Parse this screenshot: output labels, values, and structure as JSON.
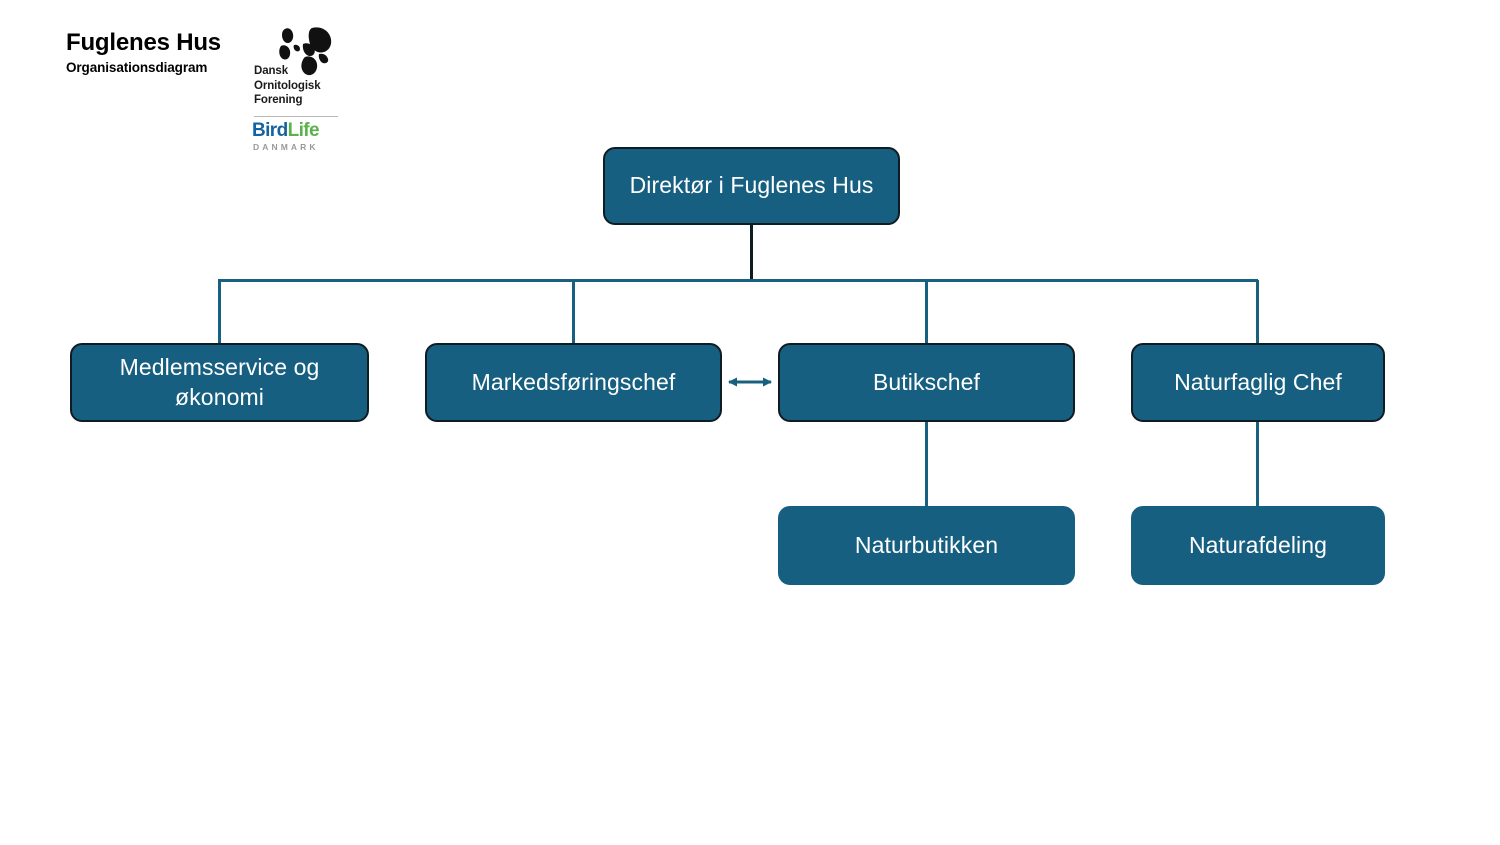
{
  "header": {
    "title": "Fuglenes Hus",
    "subtitle": "Organisationsdiagram",
    "logo": {
      "bird_icon": "dof-bird-silhouette-icon",
      "org_line1": "Dansk",
      "org_line2": "Ornitologisk",
      "org_line3": "Forening",
      "birdlife_bird": "Bird",
      "birdlife_life": "Life",
      "birdlife_country": "DANMARK",
      "colors": {
        "bird_blue": "#1463a0",
        "life_green": "#5cb14a",
        "danmark_gray": "#9a9a9a"
      }
    }
  },
  "colors": {
    "node_fill": "#165F80",
    "node_border": "#0f1c22",
    "connector_blue": "#17607F",
    "connector_dark": "#0f1c22",
    "node_text": "#ffffff",
    "background": "#ffffff"
  },
  "chart": {
    "type": "org-chart",
    "nodes": {
      "root": {
        "label": "Direktør i Fuglenes Hus"
      },
      "medlemsservice": {
        "label": "Medlemsservice og økonomi"
      },
      "markedsforing": {
        "label": "Markedsføringschef"
      },
      "butikschef": {
        "label": "Butikschef"
      },
      "naturfaglig": {
        "label": "Naturfaglig Chef"
      },
      "naturbutikken": {
        "label": "Naturbutikken"
      },
      "naturafdeling": {
        "label": "Naturafdeling"
      }
    },
    "edges": [
      {
        "from": "root",
        "to": "medlemsservice",
        "style": "elbow"
      },
      {
        "from": "root",
        "to": "markedsforing",
        "style": "elbow"
      },
      {
        "from": "root",
        "to": "butikschef",
        "style": "elbow"
      },
      {
        "from": "root",
        "to": "naturfaglig",
        "style": "elbow"
      },
      {
        "from": "butikschef",
        "to": "naturbutikken",
        "style": "straight"
      },
      {
        "from": "naturfaglig",
        "to": "naturafdeling",
        "style": "straight"
      },
      {
        "from": "markedsforing",
        "to": "butikschef",
        "style": "double-arrow"
      }
    ]
  }
}
